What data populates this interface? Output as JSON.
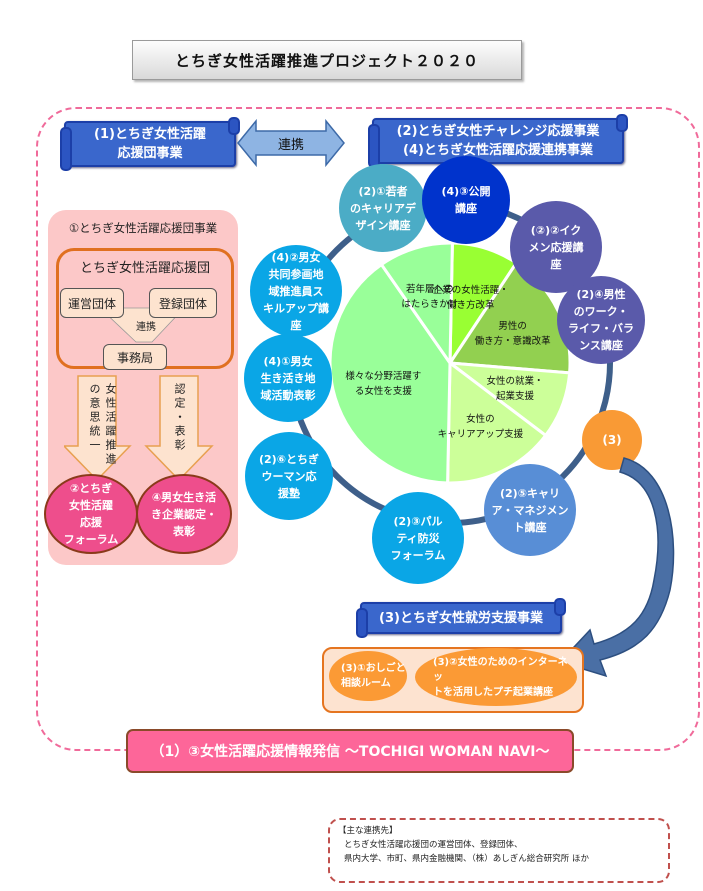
{
  "title": "とちぎ女性活躍推進プロジェクト２０２０",
  "scrolls": {
    "left": [
      "(1)とちぎ女性活躍",
      "応援団事業"
    ],
    "right": [
      "(2)とちぎ女性チャレンジ応援事業",
      "(4)とちぎ女性活躍応援連携事業"
    ],
    "bottom": "(3)とちぎ女性就労支援事業"
  },
  "link_arrow_label": "連携",
  "support_group": {
    "heading": "①とちぎ女性活躍応援団事業",
    "org_title": "とちぎ女性活躍応援団",
    "members": [
      "運営団体",
      "登録団体"
    ],
    "link_label": "連携",
    "secretariat": "事務局",
    "arrows": [
      "女性活躍推進の意思統一",
      "認定・表彰"
    ],
    "outcomes": [
      [
        "②とちぎ",
        "女性活躍",
        "応援",
        "フォーラム"
      ],
      [
        "④男女生き活",
        "き企業認定・",
        "表彰"
      ]
    ]
  },
  "ring_items": [
    {
      "lines": [
        "(2)①若者",
        "のキャリアデ",
        "ザイン講座"
      ],
      "color": "#4bacc6"
    },
    {
      "lines": [
        "(4)③公開",
        "講座"
      ],
      "color": "#0033cc"
    },
    {
      "lines": [
        "(②)②イク",
        "メン応援講",
        "座"
      ],
      "color": "#5a5aaa"
    },
    {
      "lines": [
        "(2)④男性",
        "のワーク・",
        "ライフ・バラ",
        "ンス講座"
      ],
      "color": "#5a5aaa"
    },
    {
      "lines": [
        "(3)"
      ],
      "color": "#f99a35"
    },
    {
      "lines": [
        "(2)⑤キャリ",
        "ア・マネジメン",
        "ト講座"
      ],
      "color": "#588ed6"
    },
    {
      "lines": [
        "(2)③パル",
        "ティ防災",
        "フォーラム"
      ],
      "color": "#0aa6e6"
    },
    {
      "lines": [
        "(2)⑥とちぎ",
        "ウーマン応",
        "援塾"
      ],
      "color": "#0aa6e6"
    },
    {
      "lines": [
        "(4)①男女",
        "生き活き地",
        "域活動表彰"
      ],
      "color": "#0aa6e6"
    },
    {
      "lines": [
        "(4)②男女",
        "共同参画地",
        "域推進員ス",
        "キルアップ講",
        "座"
      ],
      "color": "#0aa6e6"
    }
  ],
  "pie": {
    "slices": [
      {
        "label": [
          "企業の女性活躍・",
          "働き方改革"
        ],
        "share": 0.09,
        "color": "#99ff33"
      },
      {
        "label": [
          "男性の",
          "働き方・意識改革"
        ],
        "share": 0.17,
        "color": "#92d050"
      },
      {
        "label": [
          "女性の就業・",
          "起業支援"
        ],
        "share": 0.09,
        "color": "#ccff99"
      },
      {
        "label": [
          "女性の",
          "キャリアアップ支援"
        ],
        "share": 0.15,
        "color": "#ccff99"
      },
      {
        "label": [
          "様々な分野活躍す",
          "る女性を支援"
        ],
        "share": 0.4,
        "color": "#99ff99"
      },
      {
        "label": [
          "若年層への",
          "はたらきかけ"
        ],
        "share": 0.1,
        "color": "#99ff99"
      }
    ]
  },
  "employment_support": [
    [
      "(3)①おしごと",
      "相談ルーム"
    ],
    [
      "(3)②女性のためのインターネッ",
      "トを活用したプチ起業講座"
    ]
  ],
  "navi_banner": "（1）③女性活躍応援情報発信 ～TOCHIGI WOMAN NAVI～",
  "partners": {
    "heading": "【主な連携先】",
    "lines": [
      "とちぎ女性活躍応援団の運営団体、登録団体、",
      "県内大学、市町、県内金融機関、（株）あしぎん総合研究所 ほか"
    ]
  }
}
